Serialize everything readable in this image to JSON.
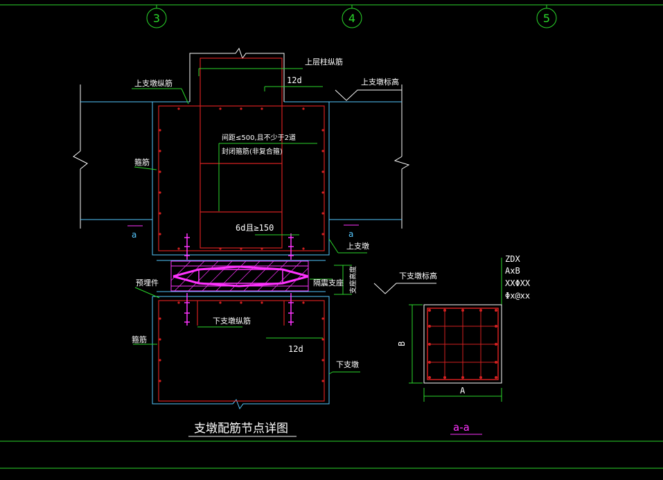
{
  "axes": {
    "a3": "3",
    "a4": "4",
    "a5": "5"
  },
  "labels": {
    "upper_col_rebar": "上层柱纵筋",
    "upper_pier_rebar": "上支墩纵筋",
    "dim_12d_top": "12d",
    "upper_pier_elev": "上支墩标高",
    "spacing_note_1": "间距≤500,且不少于2道",
    "spacing_note_2": "封闭箍筋(非复合箍)",
    "stirrup_top": "箍筋",
    "dim_6d": "6d且≥150",
    "section_mark_left": "a",
    "section_mark_right": "a",
    "upper_pier": "上支墩",
    "pier_height": "支座高度",
    "lower_pier_elev": "下支墩标高",
    "embedded": "预埋件",
    "isolation_bearing": "隔震支座",
    "lower_pier_rebar": "下支墩纵筋",
    "stirrup_bottom": "箍筋",
    "dim_12d_bottom": "12d",
    "lower_pier": "下支墩",
    "title": "支墩配筋节点详图",
    "section_title": "a-a",
    "dim_B": "B",
    "dim_A": "A"
  },
  "section_note": {
    "l1": "ZDX",
    "l2": "AxB",
    "l3": "XXΦXX",
    "l4": "Φx@xx"
  },
  "colors": {
    "green": "#2bd92b",
    "cyan": "#55c8ff",
    "red": "#d42020",
    "magenta": "#ff33ff",
    "white": "#ffffff"
  }
}
